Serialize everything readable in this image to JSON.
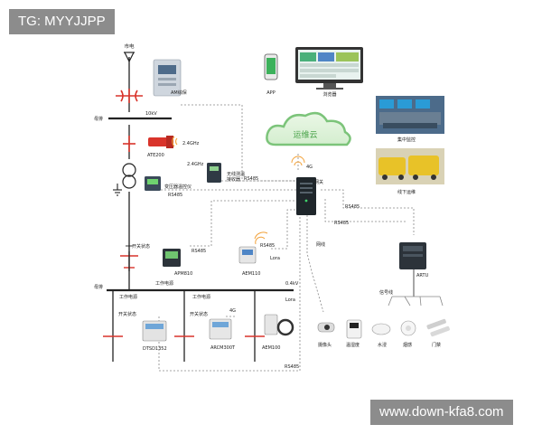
{
  "watermark_top": "TG: MYYJJPP",
  "watermark_bottom": "www.down-kfa8.com",
  "labels": {
    "incoming": "市电",
    "bus_10kv_label": "母排",
    "bus_10kv_voltage": "10kV",
    "am_protect": "AM综保",
    "ate200": "ATE200",
    "wireless_24g_1": "2.4GHz",
    "wireless_24g_2": "2.4GHz",
    "wireless_receiver": "无线测温\n接收器",
    "transformer_temp": "变压器温控仪",
    "rs485_temp": "RS485",
    "rs485_recv": "RS485",
    "app": "APP",
    "browser": "浏览器",
    "cloud": "运维云",
    "signal_4g": "4G",
    "gateway": "网关",
    "central_monitor": "集中监控",
    "offline_ops": "线下运维",
    "switch_status_top": "开关状态",
    "apm810": "APM810",
    "aem110": "AEM110",
    "rs485_apm": "RS485",
    "rs485_aem": "RS485",
    "lora_aem110": "Lora",
    "network_line": "网线",
    "rs485_gw1": "RS485",
    "rs485_gw2": "RS485",
    "artu": "ARTU",
    "work_power_top": "工作电源",
    "bus_04kv_label": "母排",
    "bus_04kv_voltage": "0.4kV",
    "work_power_left": "工作电源",
    "work_power_mid": "工作电源",
    "switch_status_left": "开关状态",
    "switch_status_mid": "开关状态",
    "signal_4g_mid": "4G",
    "lora_aem100": "Lora",
    "dts1352": "DTSD1352",
    "arcm300t": "ARCM300T",
    "aem100": "AEM100",
    "rs485_bottom": "RS485",
    "signal_line": "信号线",
    "camera": "摄像头",
    "temp_humidity": "温湿度",
    "water_sensor": "水浸",
    "smoke_sensor": "烟感",
    "door_sensor": "门禁"
  },
  "colors": {
    "line": "#222222",
    "dashed": "#777777",
    "breaker_red": "#d9342b",
    "cloud_green": "#7cc47a",
    "cloud_text": "#4aa34a",
    "wifi_orange": "#f2a23a",
    "device_green": "#2e9c4c"
  }
}
